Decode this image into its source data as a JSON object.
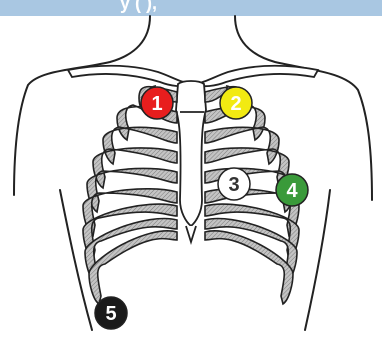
{
  "header": {
    "caption": "y (   ),",
    "background": "#a9c7e2"
  },
  "markers": [
    {
      "label": "1",
      "fill": "#e81e1e",
      "text_color": "#ffffff"
    },
    {
      "label": "2",
      "fill": "#f2ea12",
      "text_color": "#ffffff"
    },
    {
      "label": "3",
      "fill": "#ffffff",
      "text_color": "#333333"
    },
    {
      "label": "4",
      "fill": "#3a9a3a",
      "text_color": "#ffffff"
    },
    {
      "label": "5",
      "fill": "#1a1a1a",
      "text_color": "#ffffff"
    }
  ],
  "colors": {
    "outline": "#222222",
    "rib_shading": "#b9b9b9"
  }
}
